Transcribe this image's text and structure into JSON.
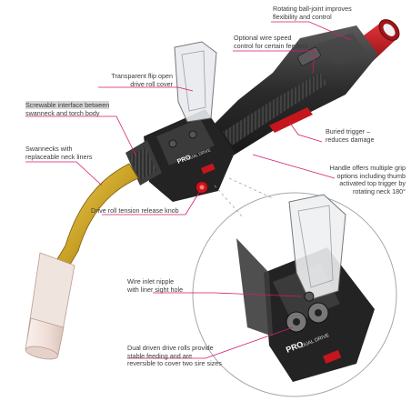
{
  "callouts": [
    {
      "id": "ball-joint",
      "lines": [
        "Rotating ball-joint improves",
        "flexibility and control"
      ]
    },
    {
      "id": "wire-speed",
      "lines": [
        "Optional wire speed",
        "control for certain feeders"
      ]
    },
    {
      "id": "flip-cover",
      "lines": [
        "Transparent flip open",
        "drive roll cover"
      ]
    },
    {
      "id": "screwable",
      "lines": [
        "Screwable interface between",
        "swanneck and torch body"
      ]
    },
    {
      "id": "swannecks",
      "lines": [
        "Swannecks with",
        "replaceable neck liners"
      ]
    },
    {
      "id": "buried-trigger",
      "lines": [
        "Buried trigger –",
        "reduces damage"
      ]
    },
    {
      "id": "grip-options",
      "lines": [
        "Handle offers multiple grip",
        "options including thumb",
        "activated top trigger by",
        "rotating neck 180°"
      ]
    },
    {
      "id": "tension-knob",
      "lines": [
        "Drive roll tension release knob"
      ]
    },
    {
      "id": "inlet-nipple",
      "lines": [
        "Wire inlet nipple",
        "with liner sight hole"
      ]
    },
    {
      "id": "drive-rolls",
      "lines": [
        "Dual driven drive rolls provide",
        "stable feeding and are",
        "reversible to cover two sire sizes"
      ]
    }
  ],
  "product_marking": {
    "brand": "PRO",
    "model": "DUAL DRIVE"
  },
  "colors": {
    "leader": "#d6196e",
    "body": "#2a2a2a",
    "grip": "#3a3a3a",
    "accent_red": "#c4161c",
    "neck_gold": "#c9a227",
    "nozzle": "#f1e3dc",
    "cover": "#e8ebee"
  }
}
